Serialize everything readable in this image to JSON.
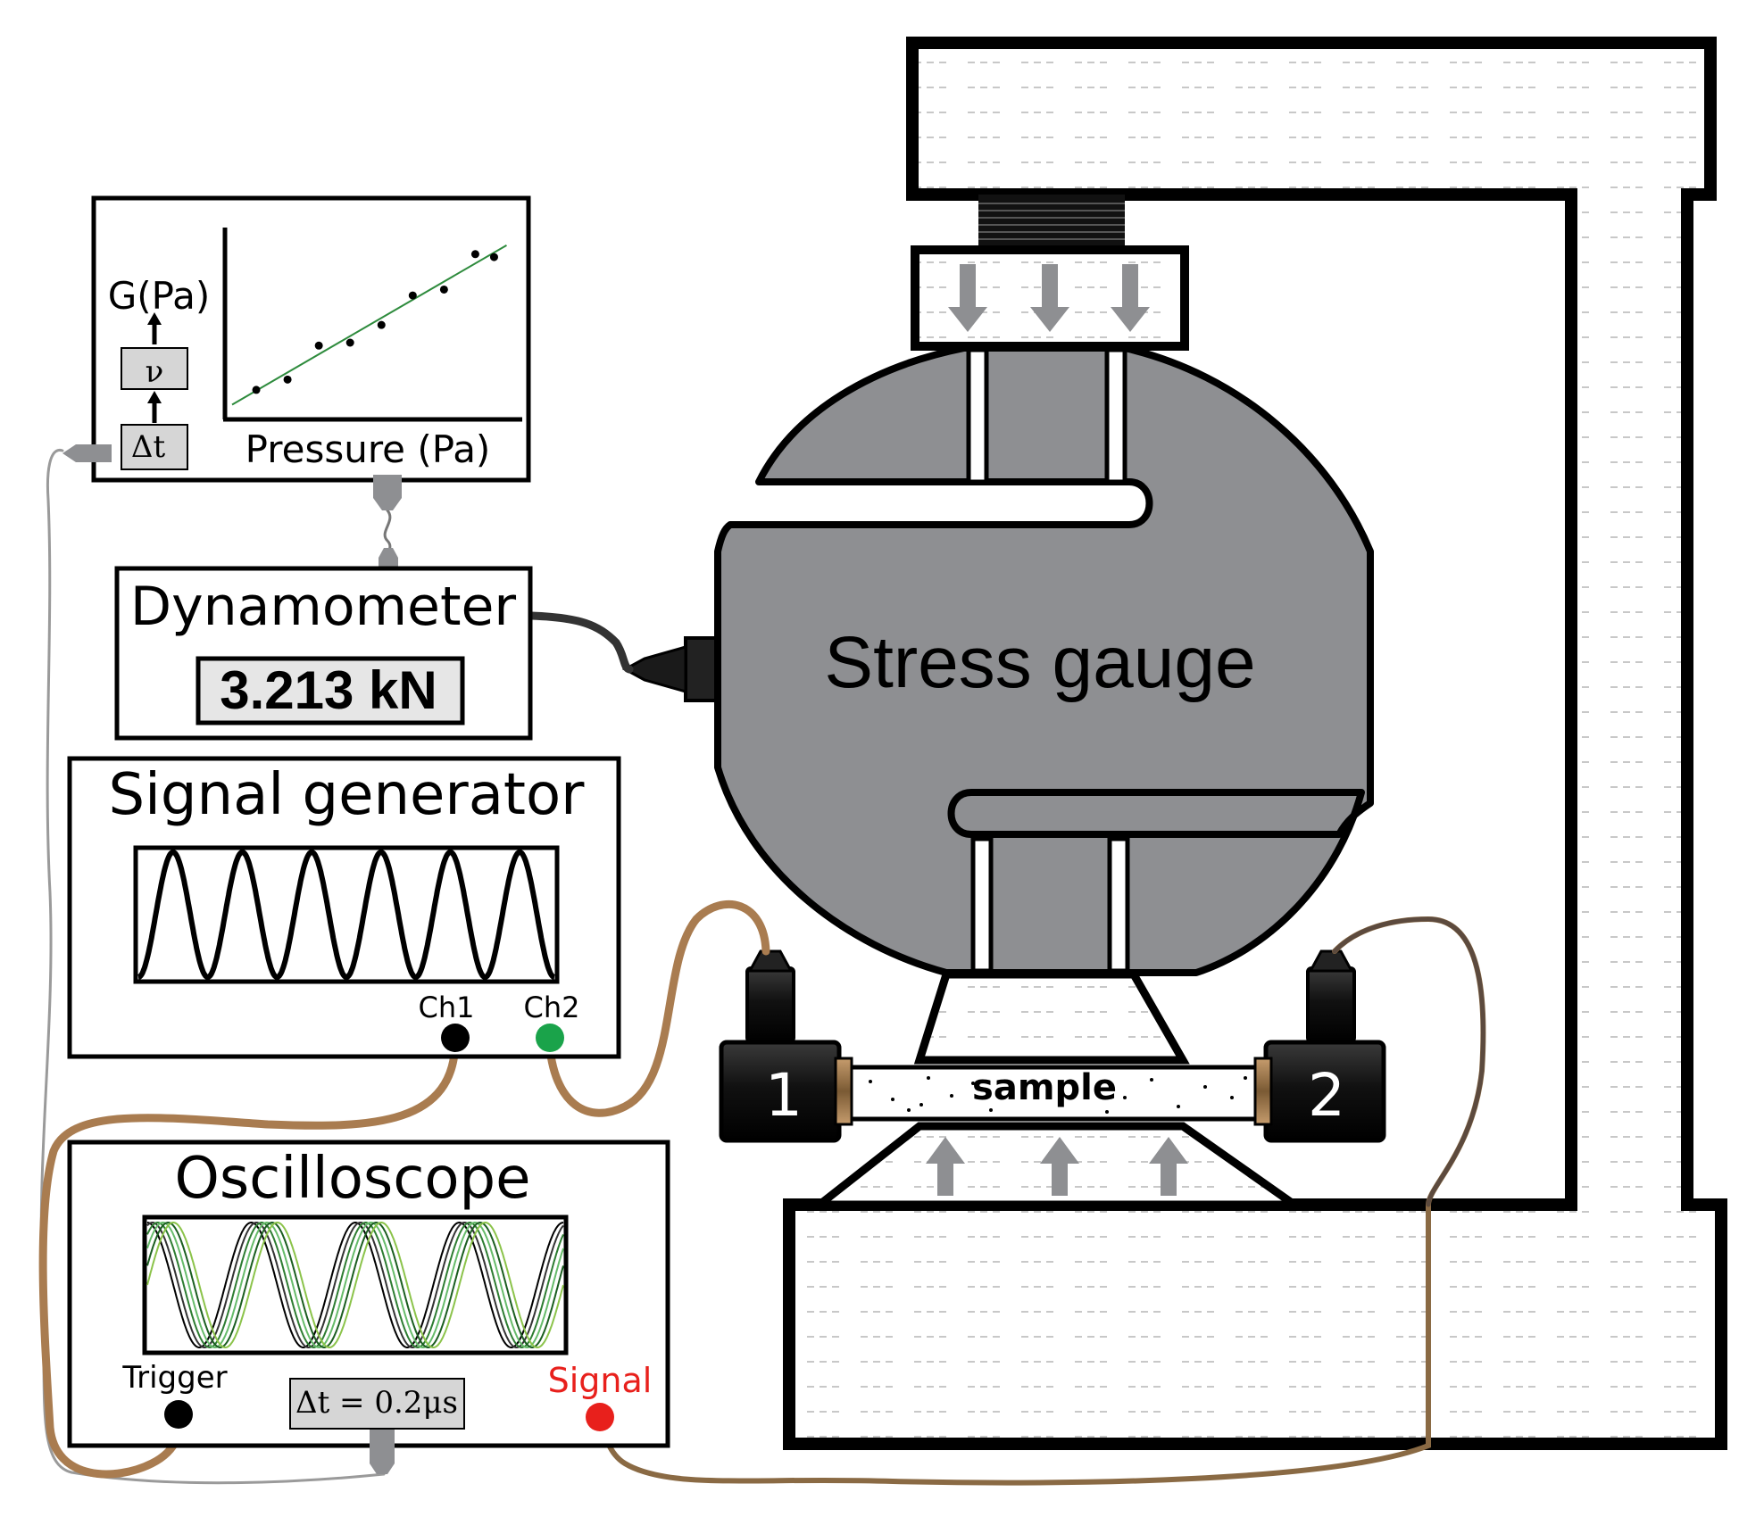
{
  "plot": {
    "ylabel": "G(Pa)",
    "xlabel": "Pressure (Pa)",
    "box_nu": "ν",
    "box_dt": "Δt"
  },
  "chart_data": {
    "type": "scatter",
    "title": "",
    "xlabel": "Pressure (Pa)",
    "ylabel": "G(Pa)",
    "x": [
      1,
      2,
      3,
      4,
      5,
      6,
      7,
      8
    ],
    "y": [
      1.0,
      1.35,
      2.5,
      2.6,
      3.2,
      4.2,
      4.4,
      5.6
    ],
    "extra_point": {
      "x": 8.6,
      "y": 5.5
    },
    "trendline": {
      "from": [
        0,
        0.5
      ],
      "to": [
        9,
        5.9
      ],
      "color": "#2e8b3d"
    },
    "xlim": [
      0,
      9.5
    ],
    "ylim": [
      0,
      6.5
    ],
    "grid": false
  },
  "dynamometer": {
    "title": "Dynamometer",
    "reading": "3.213 kN"
  },
  "signal_generator": {
    "title": "Signal generator",
    "ch1": "Ch1",
    "ch2": "Ch2",
    "ch1_color": "#000000",
    "ch2_color": "#1aa34a"
  },
  "oscilloscope": {
    "title": "Oscilloscope",
    "trigger": "Trigger",
    "signal": "Signal",
    "signal_color": "#e8201c",
    "delta": "Δt = 0.2μs"
  },
  "gauge": {
    "label": "Stress gauge",
    "color": "#8e8f92"
  },
  "transducers": {
    "left": "1",
    "right": "2",
    "sample": "sample"
  },
  "cable_color": "#a97c50"
}
